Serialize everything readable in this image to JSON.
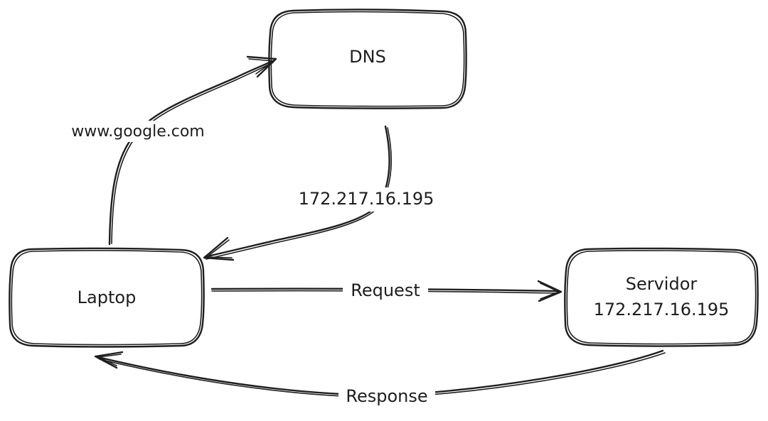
{
  "diagram": {
    "nodes": {
      "dns": {
        "label": "DNS"
      },
      "laptop": {
        "label": "Laptop"
      },
      "server": {
        "label_line1": "Servidor",
        "label_line2": "172.217.16.195"
      }
    },
    "edges": {
      "query": {
        "label": "www.google.com"
      },
      "answer": {
        "label": "172.217.16.195"
      },
      "request": {
        "label": "Request"
      },
      "response": {
        "label": "Response"
      }
    },
    "colors": {
      "stroke": "#1e1e1e",
      "background": "#ffffff"
    }
  }
}
